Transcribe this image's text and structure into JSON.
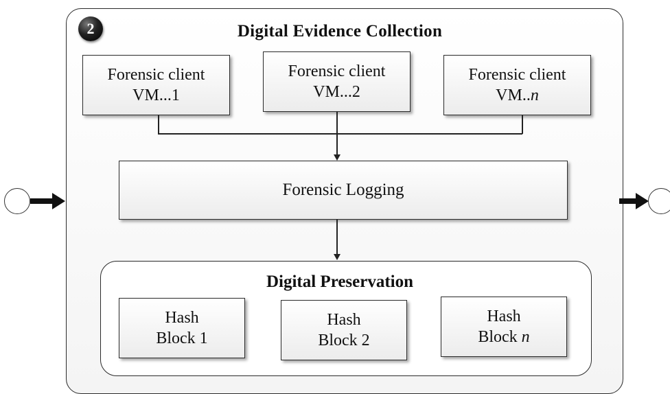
{
  "diagram": {
    "step_number": "2",
    "title": "Digital Evidence Collection",
    "clients": [
      {
        "line1": "Forensic client",
        "line2": "VM...1"
      },
      {
        "line1": "Forensic client",
        "line2": "VM...2"
      },
      {
        "line1": "Forensic client",
        "line2_prefix": "VM..",
        "line2_italic": "n"
      }
    ],
    "logging_label": "Forensic Logging",
    "preservation": {
      "title": "Digital Preservation",
      "blocks": [
        {
          "line1": "Hash",
          "line2": "Block 1"
        },
        {
          "line1": "Hash",
          "line2": "Block 2"
        },
        {
          "line1": "Hash",
          "line2_prefix": "Block ",
          "line2_italic": "n"
        }
      ]
    }
  }
}
